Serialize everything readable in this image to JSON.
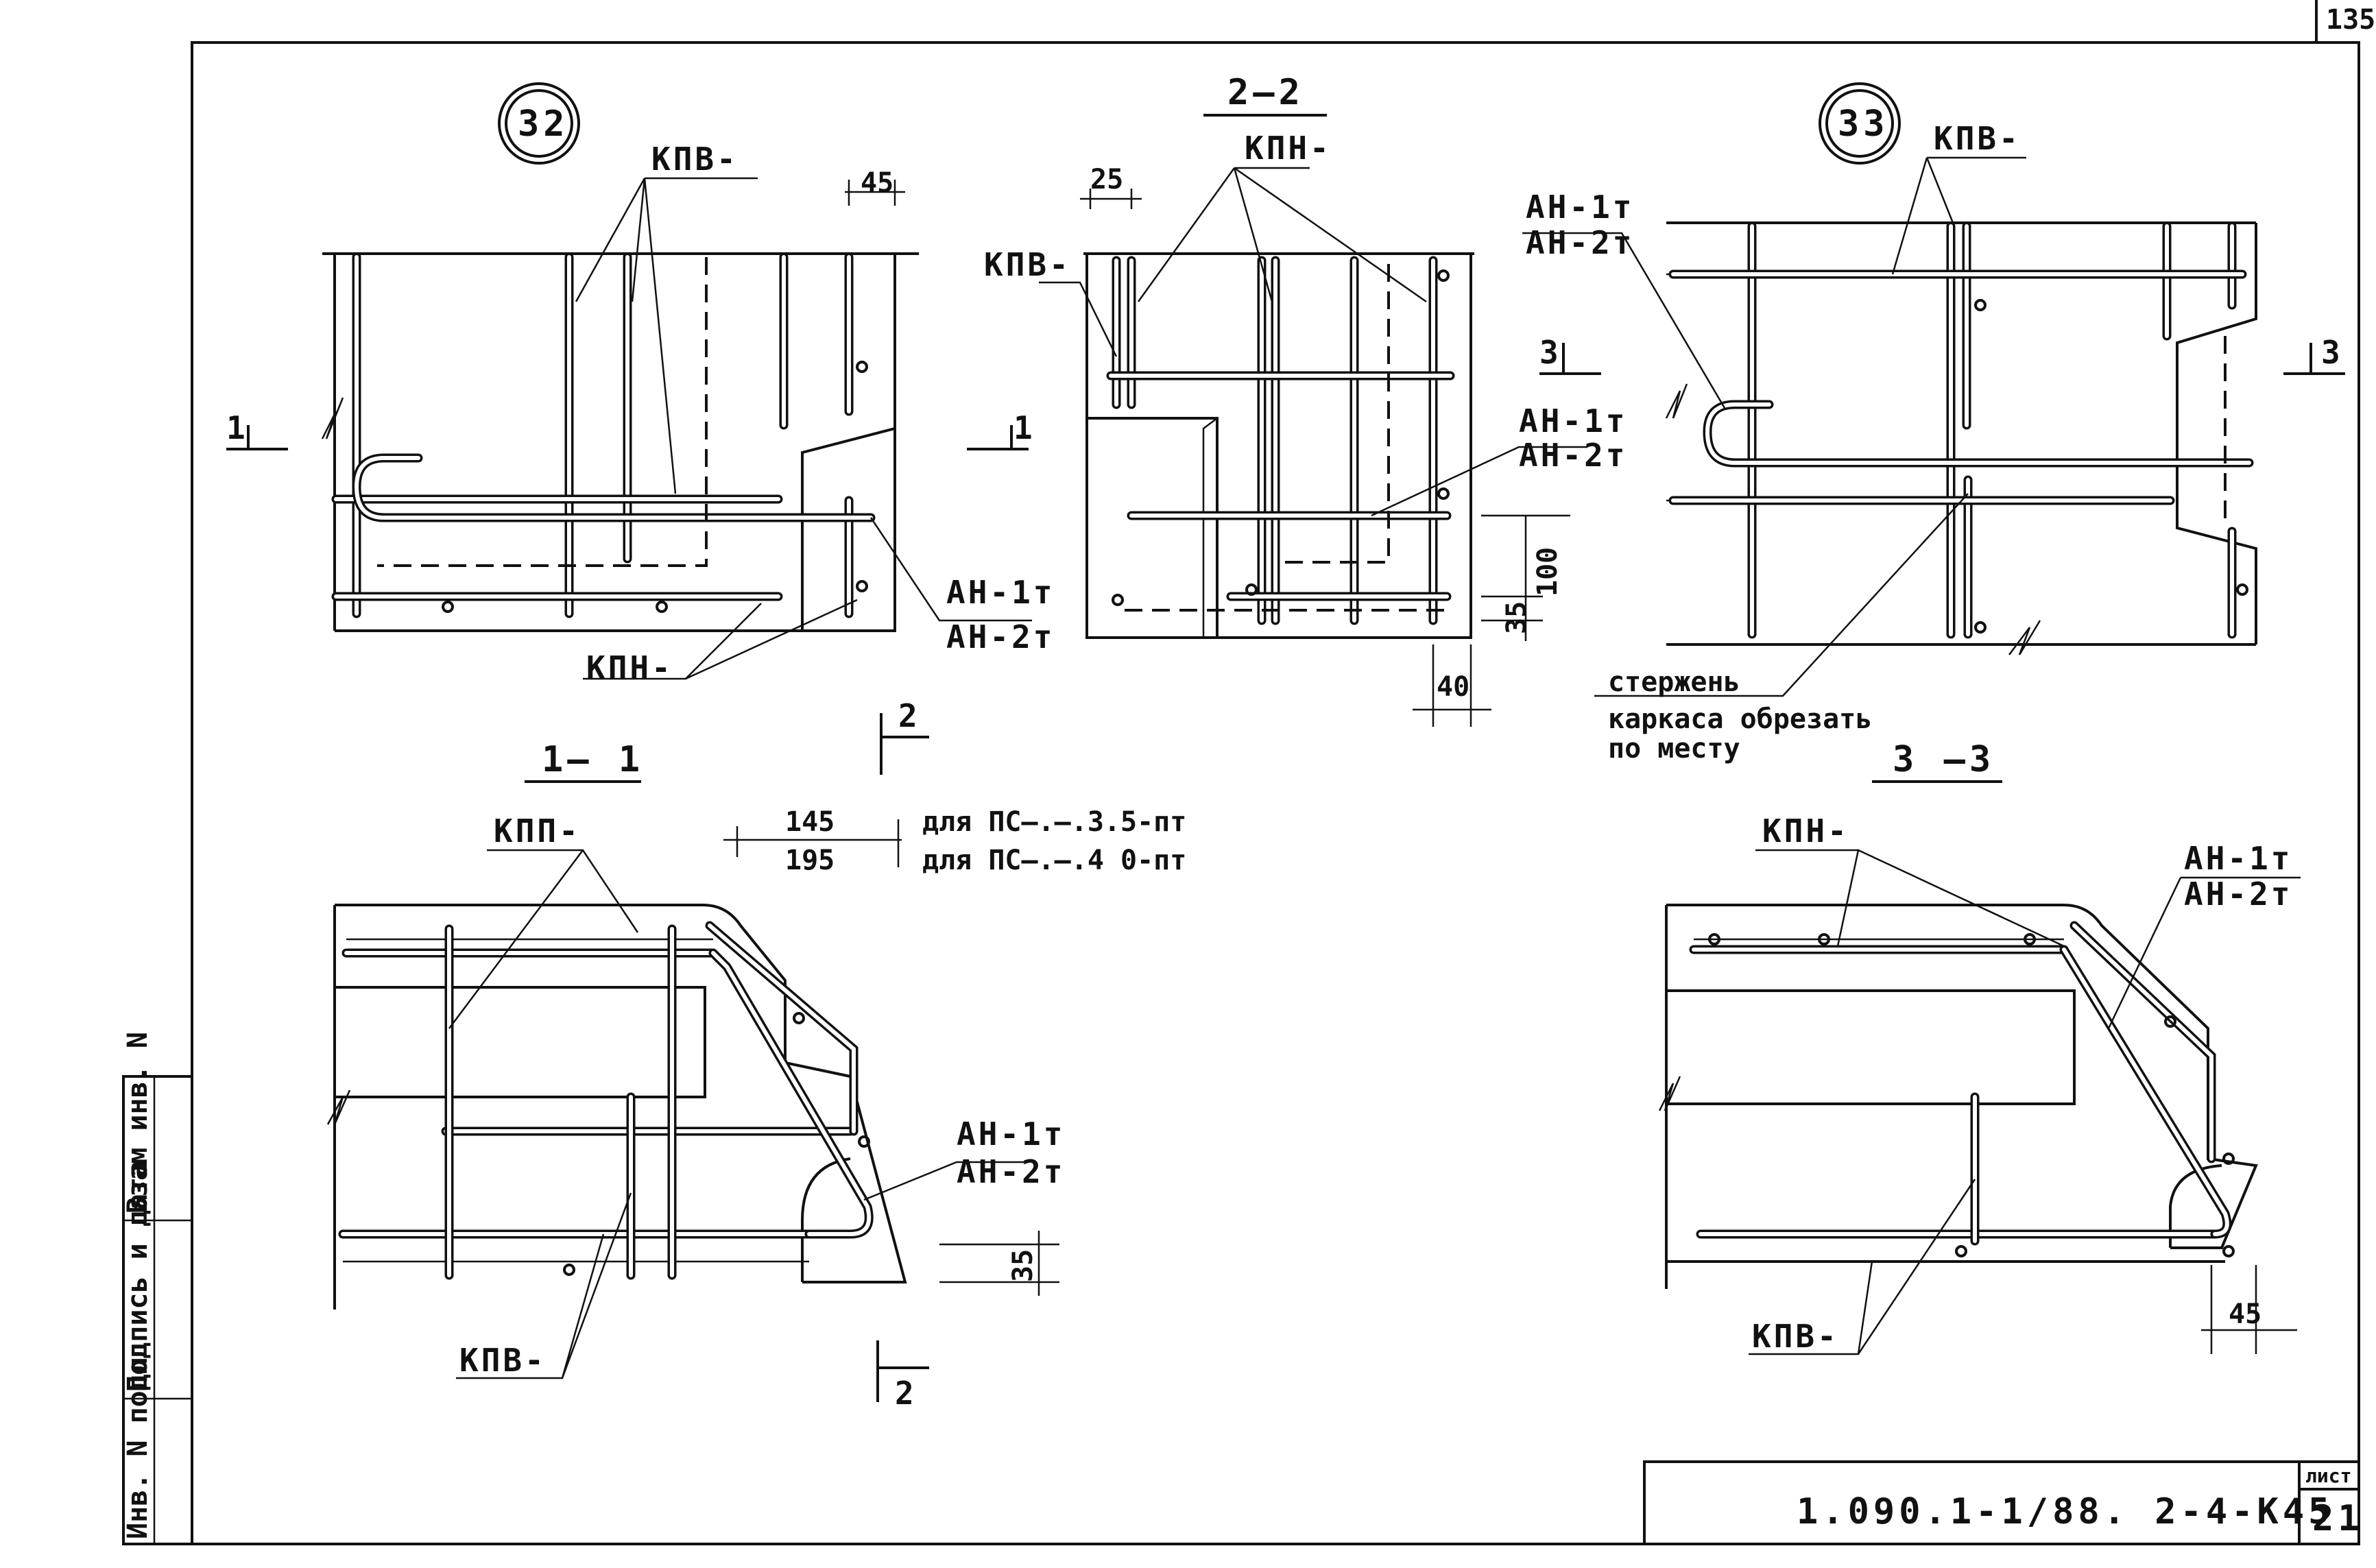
{
  "sheet": {
    "corner_number": "135",
    "title_block": {
      "drawing_code": "1.090.1-1/88. 2-4-К45",
      "sheet_label": "лист",
      "sheet_number": "21"
    },
    "side_stamp": [
      "Инв. N подл",
      "Подпись и дата",
      "Взам инв. N"
    ]
  },
  "details": {
    "detail_32": {
      "node": "32",
      "kpv": "КПВ-",
      "kpn": "КПН-",
      "an1": "АН-1т",
      "an2": "АН-2т",
      "dim_45": "45",
      "cut_mark": "1"
    },
    "section_2_2": {
      "title": "2—2",
      "kpn": "КПН-",
      "kpv": "КПВ-",
      "an1": "АН-1т",
      "an2": "АН-2т",
      "dim_25": "25",
      "dim_100": "100",
      "dim_35": "35",
      "dim_40": "40",
      "cut_mark_3": "3",
      "cut_mark_1": "1",
      "cut_mark_2": "2"
    },
    "detail_33": {
      "node": "33",
      "kpv": "КПВ-",
      "an1": "АН-1т",
      "an2": "АН-2т",
      "cut_mark": "3",
      "note_line1": "стержень",
      "note_line2": "каркаса обрезать",
      "note_line3": "по месту"
    },
    "section_1_1": {
      "title": "1— 1",
      "kpp": "КПП-",
      "kpv": "КПВ-",
      "an1": "АН-1т",
      "an2": "АН-2т",
      "dim_35": "35",
      "dim_145": "145",
      "dim_195": "195",
      "for_35": "для  ПС–.–.3.5-пт",
      "for_40": "для  ПС–.–.4 0-пт",
      "cut_mark_2": "2"
    },
    "section_3_3": {
      "title": "3 —3",
      "kpn": "КПН-",
      "kpv": "КПВ-",
      "an1": "АН-1т",
      "an2": "АН-2т",
      "dim_45": "45"
    }
  }
}
